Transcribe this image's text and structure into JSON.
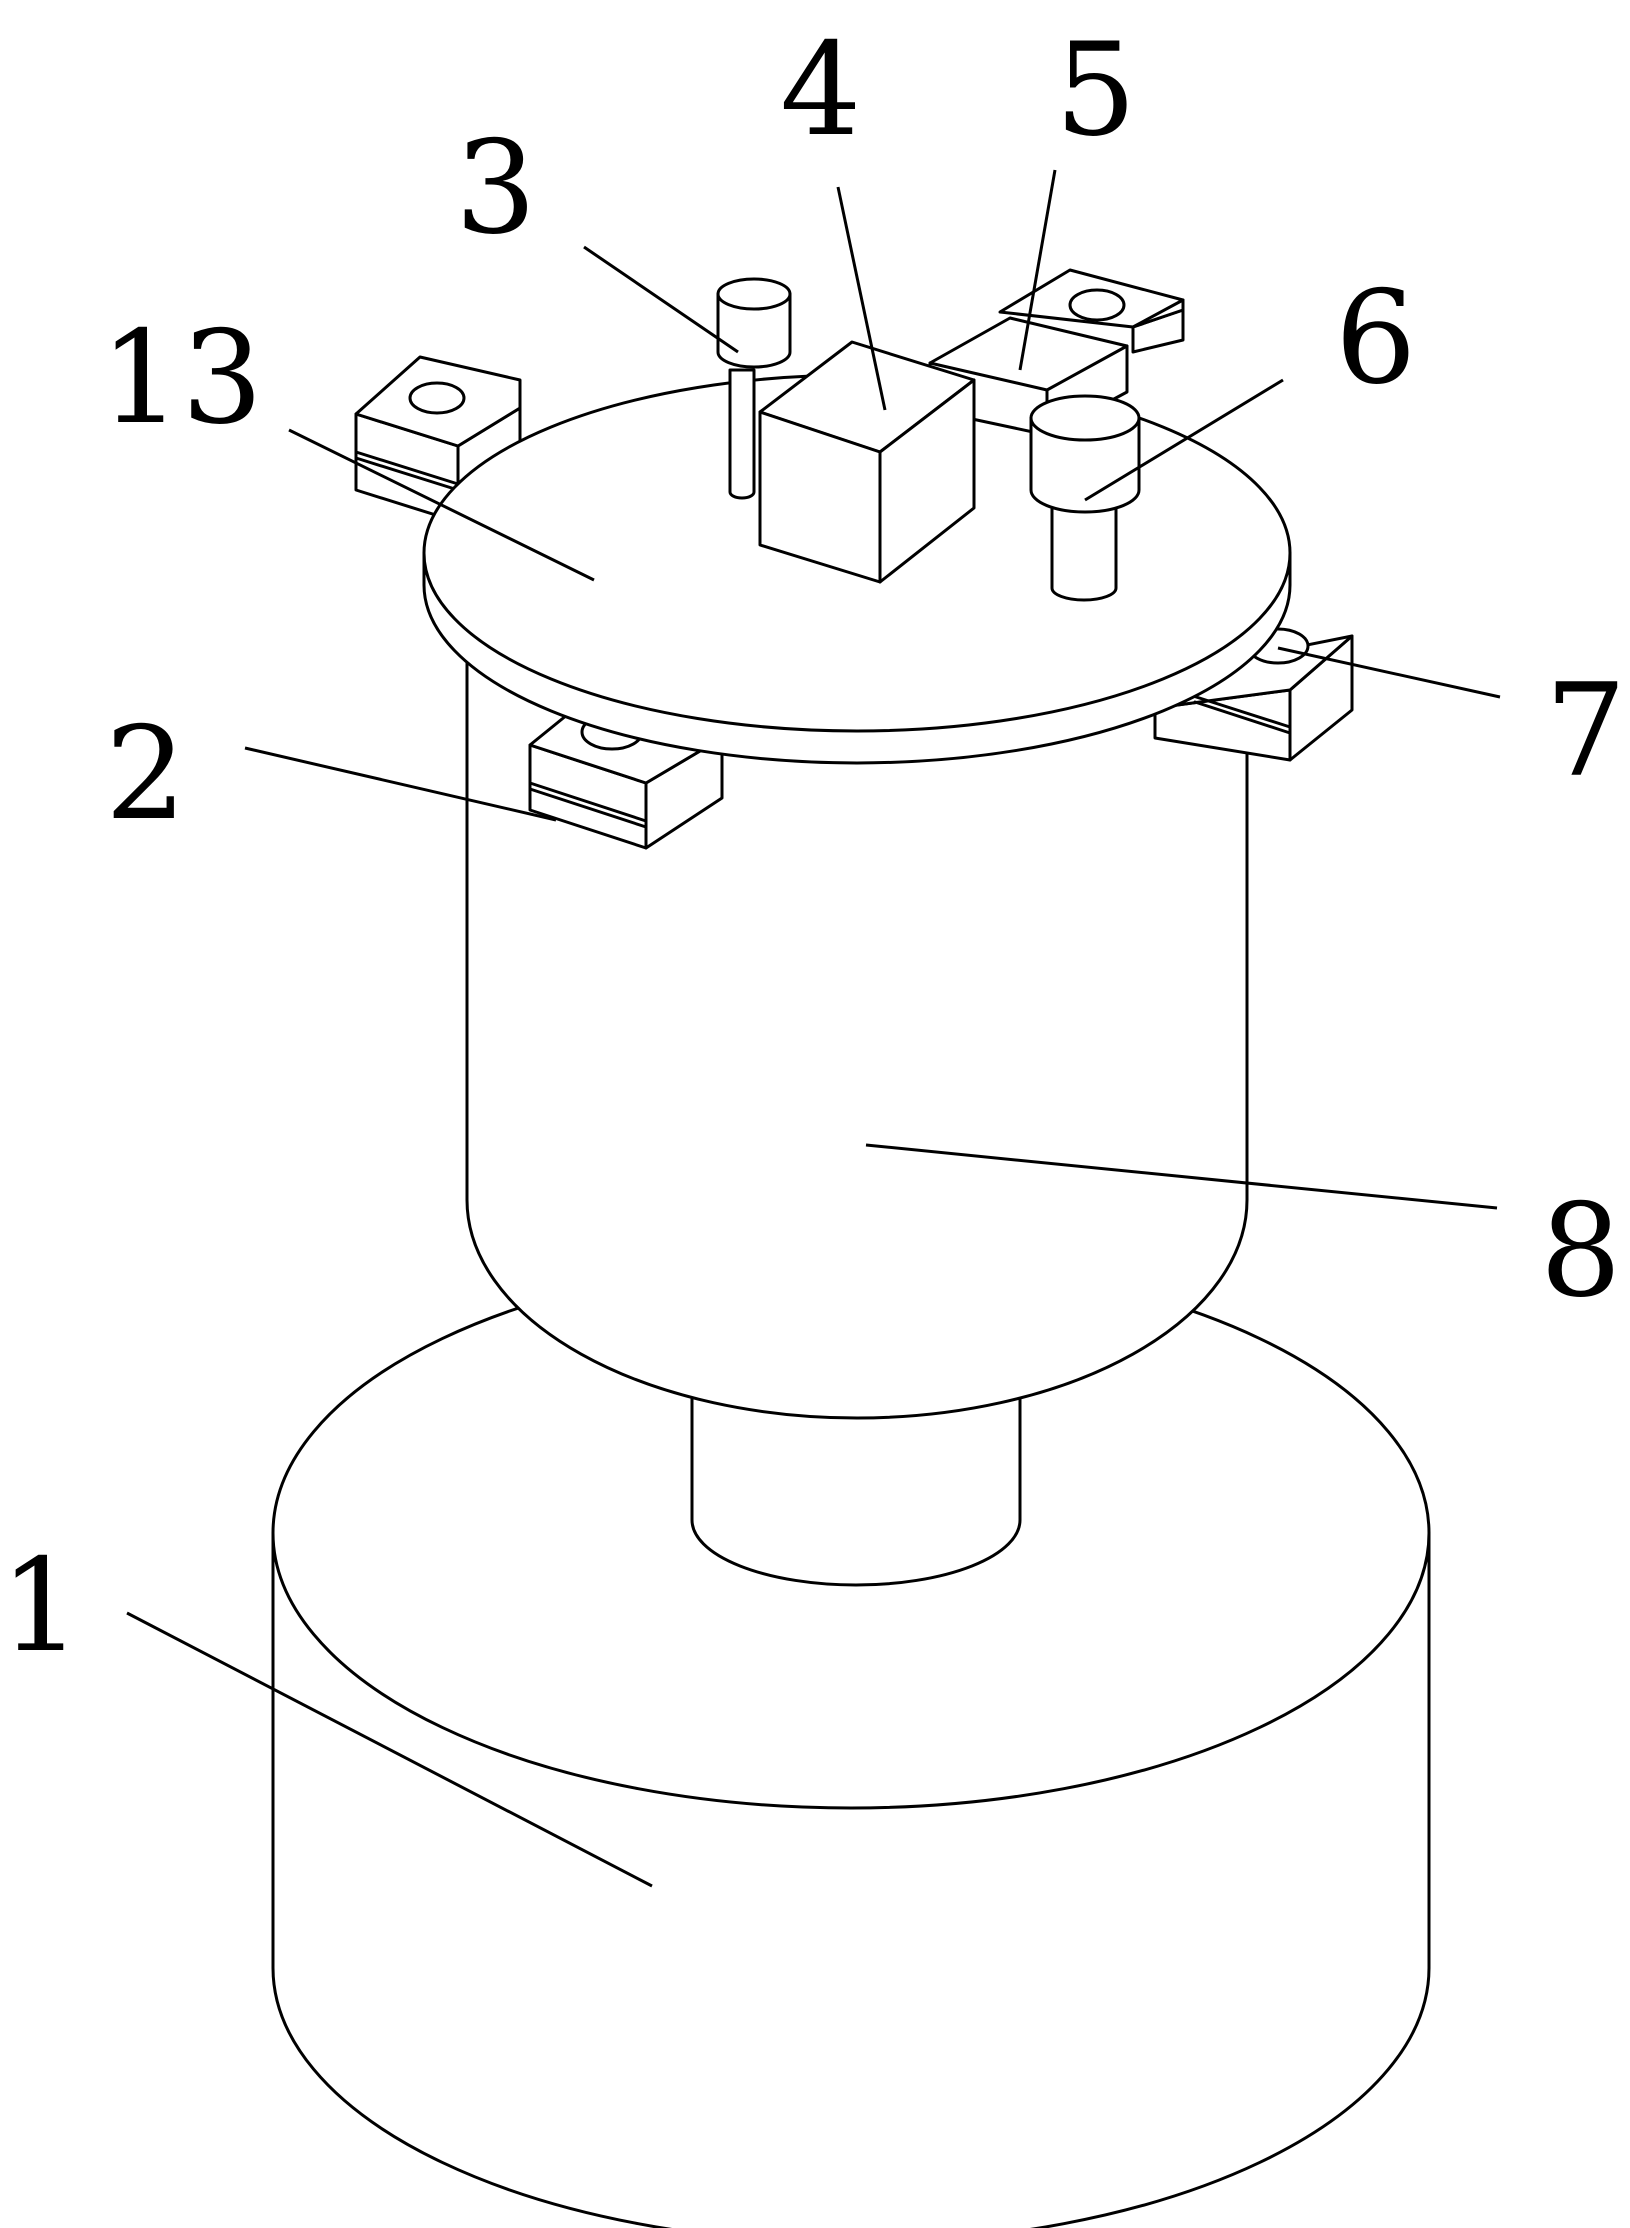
{
  "figure": {
    "labels": [
      {
        "id": "1",
        "text": "1"
      },
      {
        "id": "2",
        "text": "2"
      },
      {
        "id": "3",
        "text": "3"
      },
      {
        "id": "4",
        "text": "4"
      },
      {
        "id": "5",
        "text": "5"
      },
      {
        "id": "6",
        "text": "6"
      },
      {
        "id": "7",
        "text": "7"
      },
      {
        "id": "8",
        "text": "8"
      },
      {
        "id": "13",
        "text": "13"
      }
    ]
  }
}
